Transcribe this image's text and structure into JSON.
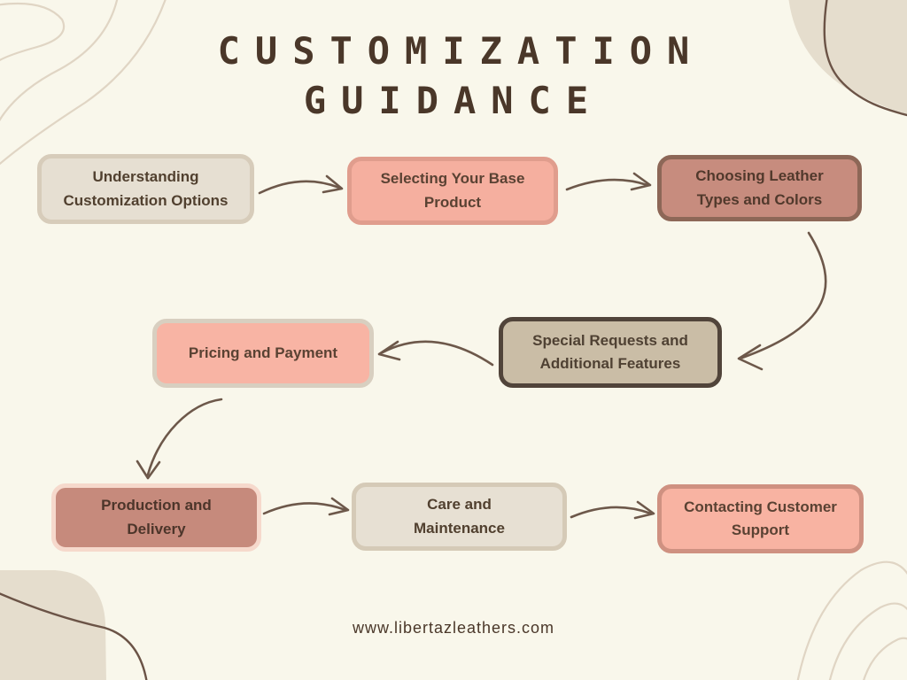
{
  "title": {
    "line1": "CUSTOMIZATION",
    "line2": "GUIDANCE"
  },
  "footer": {
    "url": "www.libertazleathers.com"
  },
  "flowchart": {
    "type": "flow-diagram",
    "nodes": [
      {
        "id": 1,
        "label": "Understanding\nCustomization Options",
        "fill": "#e6dfd2",
        "border": "#d7ccba",
        "text_color": "#51402f"
      },
      {
        "id": 2,
        "label": "Selecting Your Base\nProduct",
        "fill": "#f5af9f",
        "border": "#e09d8d",
        "text_color": "#5a4233"
      },
      {
        "id": 3,
        "label": "Choosing Leather\nTypes and Colors",
        "fill": "#c78c7e",
        "border": "#8d6757",
        "text_color": "#51392c"
      },
      {
        "id": 4,
        "label": "Special Requests and\nAdditional Features",
        "fill": "#cabda6",
        "border": "#51443a",
        "text_color": "#4f4133"
      },
      {
        "id": 5,
        "label": "Pricing and Payment",
        "fill": "#f8b4a4",
        "border": "#d8cfc0",
        "text_color": "#5a4233"
      },
      {
        "id": 6,
        "label": "Production and\nDelivery",
        "fill": "#c68a7c",
        "border": "#f6d9cc",
        "text_color": "#4c352a"
      },
      {
        "id": 7,
        "label": "Care and\nMaintenance",
        "fill": "#e7e0d3",
        "border": "#d5cab7",
        "text_color": "#51402f"
      },
      {
        "id": 8,
        "label": "Contacting Customer\nSupport",
        "fill": "#f8b3a2",
        "border": "#cf9181",
        "text_color": "#5a4233"
      }
    ],
    "edges": [
      {
        "from": 1,
        "to": 2
      },
      {
        "from": 2,
        "to": 3
      },
      {
        "from": 3,
        "to": 4
      },
      {
        "from": 4,
        "to": 5
      },
      {
        "from": 5,
        "to": 6
      },
      {
        "from": 6,
        "to": 7
      },
      {
        "from": 7,
        "to": 8
      }
    ]
  },
  "colors": {
    "background": "#f9f7eb",
    "arrow": "#6d584a",
    "title_text": "#4a3729",
    "decor_contour_line": "#e0d5c4",
    "decor_blob_fill": "#e5ddcd",
    "decor_dark_line": "#6b5346"
  }
}
